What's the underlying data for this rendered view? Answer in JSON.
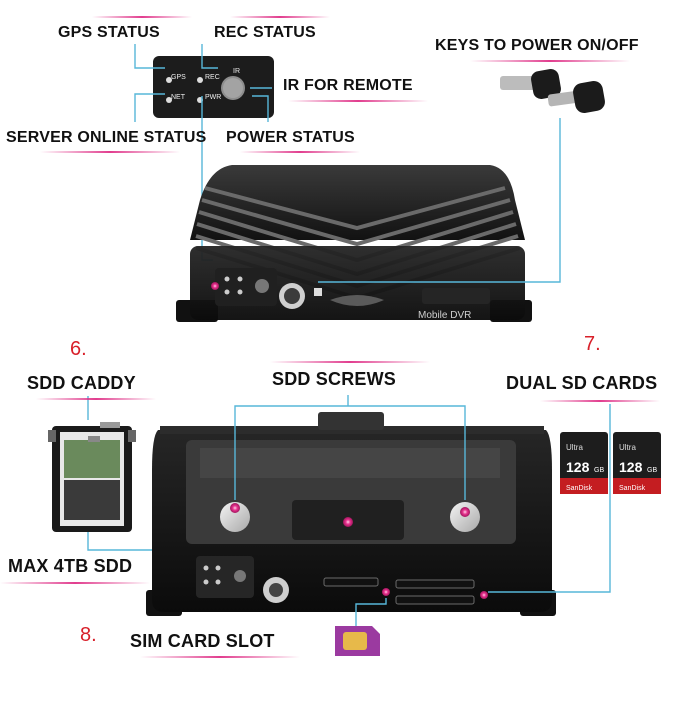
{
  "labels": {
    "gps_status": "GPS STATUS",
    "rec_status": "REC STATUS",
    "ir_for_remote": "IR FOR REMOTE",
    "server_online_status": "SERVER ONLINE STATUS",
    "power_status": "POWER STATUS",
    "keys_to_power": "KEYS TO POWER ON/OFF",
    "sdd_caddy": "SDD CADDY",
    "sdd_screws": "SDD SCREWS",
    "dual_sd_cards": "DUAL SD CARDS",
    "max_4tb_sdd": "MAX 4TB SDD",
    "sim_card_slot": "SIM CARD SLOT"
  },
  "numbers": {
    "n6": "6.",
    "n7": "7.",
    "n8": "8."
  },
  "panel_leds": {
    "gps": "GPS",
    "rec": "REC",
    "ir": "IR",
    "net": "NET",
    "pwr": "PWR"
  },
  "device": {
    "brand": "Mobile DVR"
  },
  "sd_cards": {
    "brand": "SanDisk",
    "line": "Ultra",
    "capacity": "128",
    "unit": "GB"
  },
  "colors": {
    "leader_line": "#57b7d9",
    "accent_pink": "#de2882",
    "number_red": "#d8202a"
  }
}
